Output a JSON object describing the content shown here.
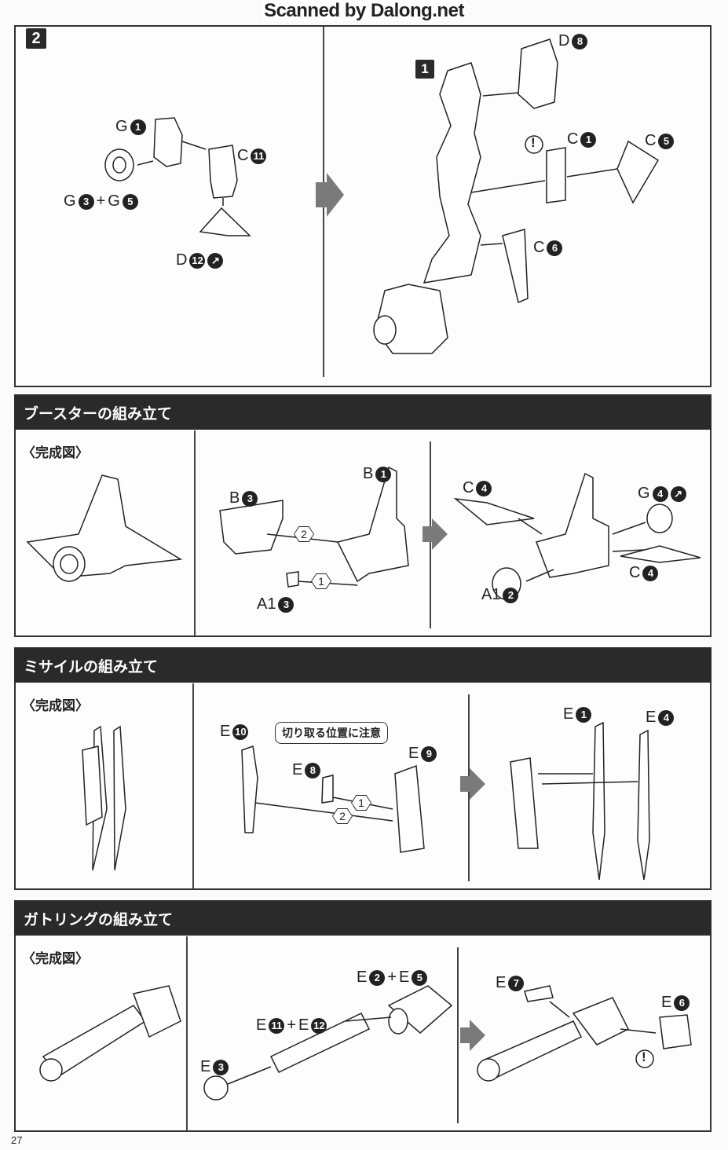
{
  "watermark": "Scanned by Dalong.net",
  "page_number": "27",
  "plus": "+",
  "step2": {
    "step_number": "2",
    "sub_step": "1",
    "labels": {
      "g1": {
        "letter": "G",
        "num": "1"
      },
      "c11": {
        "letter": "C",
        "num": "11"
      },
      "g3": {
        "letter": "G",
        "num": "3"
      },
      "g5": {
        "letter": "G",
        "num": "5"
      },
      "d12": {
        "letter": "D",
        "num": "12"
      },
      "d8": {
        "letter": "D",
        "num": "8"
      },
      "c1": {
        "letter": "C",
        "num": "1"
      },
      "c5": {
        "letter": "C",
        "num": "5"
      },
      "c6": {
        "letter": "C",
        "num": "6"
      }
    }
  },
  "booster": {
    "title": "ブースターの組み立て",
    "completed_label": "〈完成図〉",
    "labels": {
      "b1": {
        "letter": "B",
        "num": "1"
      },
      "b3": {
        "letter": "B",
        "num": "3"
      },
      "a13": {
        "letter": "A1",
        "num": "3"
      },
      "c4a": {
        "letter": "C",
        "num": "4"
      },
      "g4": {
        "letter": "G",
        "num": "4"
      },
      "c4b": {
        "letter": "C",
        "num": "4"
      },
      "a12": {
        "letter": "A1",
        "num": "2"
      }
    },
    "order": [
      "1",
      "2"
    ]
  },
  "missile": {
    "title": "ミサイルの組み立て",
    "completed_label": "〈完成図〉",
    "callout": "切り取る位置に注意",
    "labels": {
      "e10": {
        "letter": "E",
        "num": "10"
      },
      "e8": {
        "letter": "E",
        "num": "8"
      },
      "e9": {
        "letter": "E",
        "num": "9"
      },
      "e1": {
        "letter": "E",
        "num": "1"
      },
      "e4": {
        "letter": "E",
        "num": "4"
      }
    },
    "order": [
      "1",
      "2"
    ]
  },
  "gatling": {
    "title": "ガトリングの組み立て",
    "completed_label": "〈完成図〉",
    "labels": {
      "e2": {
        "letter": "E",
        "num": "2"
      },
      "e5": {
        "letter": "E",
        "num": "5"
      },
      "e11": {
        "letter": "E",
        "num": "11"
      },
      "e12": {
        "letter": "E",
        "num": "12"
      },
      "e3": {
        "letter": "E",
        "num": "3"
      },
      "e7": {
        "letter": "E",
        "num": "7"
      },
      "e6": {
        "letter": "E",
        "num": "6"
      }
    }
  }
}
